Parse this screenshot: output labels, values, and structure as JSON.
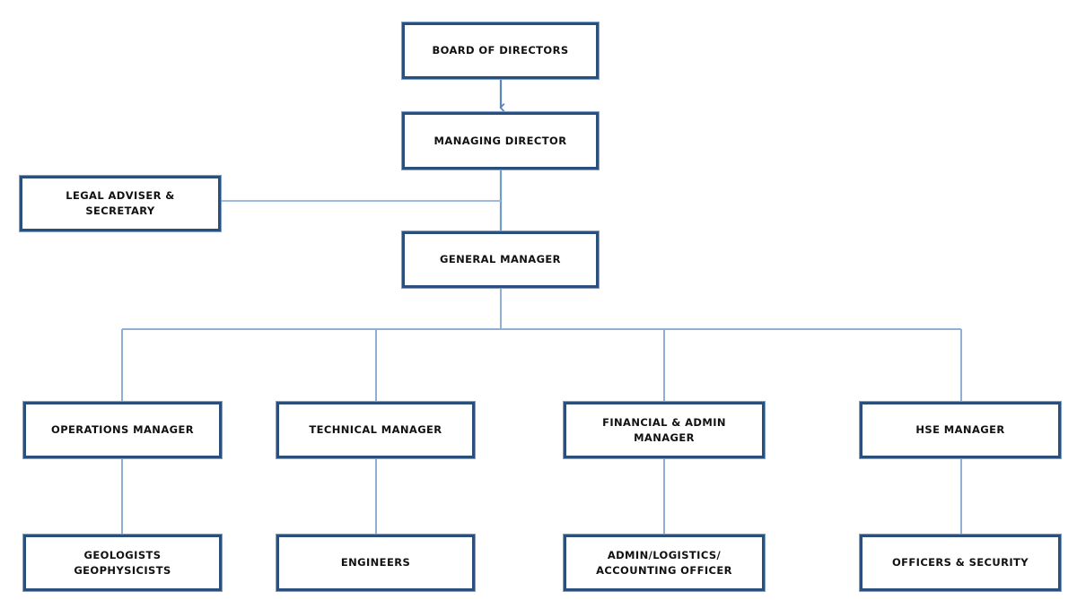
{
  "chart_data": {
    "type": "diagram",
    "diagram_type": "organizational-chart",
    "title": "",
    "colors": {
      "node_border": "#2a4f7c",
      "node_border_outer": "#7ba0cc",
      "node_fill": "#ffffff",
      "connector": "#8fafd4",
      "trunk_connector": "#5b85bd",
      "text": "#111111",
      "background": "#ffffff"
    },
    "nodes": [
      {
        "id": "board",
        "label": "Board of Directors",
        "level": 0
      },
      {
        "id": "md",
        "label": "Managing Director",
        "level": 1
      },
      {
        "id": "legal",
        "label": "Legal Adviser &\nSecretary",
        "level": 2
      },
      {
        "id": "gm",
        "label": "General Manager",
        "level": 2
      },
      {
        "id": "ops",
        "label": "Operations Manager",
        "level": 3
      },
      {
        "id": "tech",
        "label": "Technical Manager",
        "level": 3
      },
      {
        "id": "finadmin",
        "label": "Financial & Admin\nManager",
        "level": 3
      },
      {
        "id": "hse",
        "label": "HSE Manager",
        "level": 3
      },
      {
        "id": "geo",
        "label": "Geologists\nGeophysicists",
        "level": 4
      },
      {
        "id": "eng",
        "label": "Engineers",
        "level": 4
      },
      {
        "id": "adminlog",
        "label": "Admin/Logistics/\nAccounting Officer",
        "level": 4
      },
      {
        "id": "officers",
        "label": "Officers & Security",
        "level": 4
      }
    ],
    "edges": [
      {
        "from": "board",
        "to": "md",
        "style": "arrow"
      },
      {
        "from": "md",
        "to": "gm",
        "style": "line"
      },
      {
        "from": "legal",
        "to": "md",
        "style": "staff-line"
      },
      {
        "from": "gm",
        "to": "ops",
        "style": "line"
      },
      {
        "from": "gm",
        "to": "tech",
        "style": "line"
      },
      {
        "from": "gm",
        "to": "finadmin",
        "style": "line"
      },
      {
        "from": "gm",
        "to": "hse",
        "style": "line"
      },
      {
        "from": "ops",
        "to": "geo",
        "style": "line"
      },
      {
        "from": "tech",
        "to": "eng",
        "style": "line"
      },
      {
        "from": "finadmin",
        "to": "adminlog",
        "style": "line"
      },
      {
        "from": "hse",
        "to": "officers",
        "style": "line"
      }
    ]
  },
  "nodes": {
    "board": {
      "label": "BOARD OF DIRECTORS"
    },
    "md": {
      "label": "MANAGING DIRECTOR"
    },
    "legal": {
      "label": "LEGAL ADVISER &\nSECRETARY"
    },
    "gm": {
      "label": "GENERAL MANAGER"
    },
    "ops": {
      "label": "OPERATIONS MANAGER"
    },
    "tech": {
      "label": "TECHNICAL MANAGER"
    },
    "finadmin": {
      "label": "FINANCIAL & ADMIN\nMANAGER"
    },
    "hse": {
      "label": "HSE MANAGER"
    },
    "geo": {
      "label": "GEOLOGISTS\nGEOPHYSICISTS"
    },
    "eng": {
      "label": "ENGINEERS"
    },
    "adminlog": {
      "label": "ADMIN/LOGISTICS/\nACCOUNTING OFFICER"
    },
    "officers": {
      "label": "OFFICERS & SECURITY"
    }
  }
}
